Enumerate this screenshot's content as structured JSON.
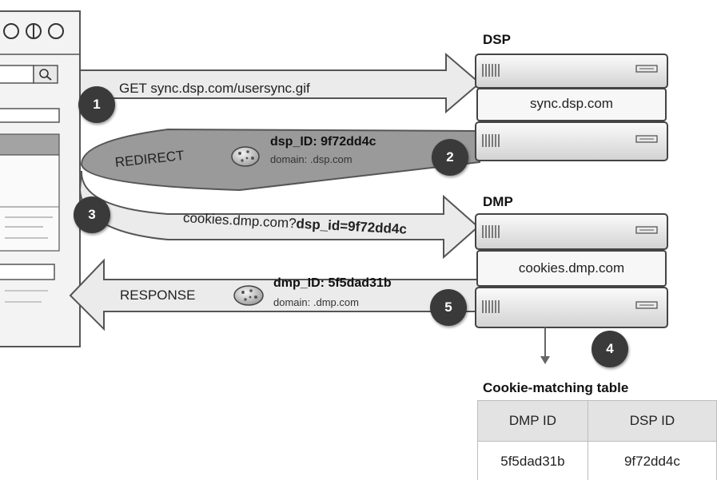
{
  "labels": {
    "dsp_title": "DSP",
    "dmp_title": "DMP",
    "dsp_host": "sync.dsp.com",
    "dmp_host": "cookies.dmp.com"
  },
  "messages": {
    "get_request": "GET sync.dsp.com/usersync.gif",
    "redirect": "REDIRECT",
    "redirect_cookie_id": "dsp_ID: 9f72dd4c",
    "redirect_cookie_domain": "domain: .dsp.com",
    "dmp_request_prefix": "cookies.dmp.com?",
    "dmp_request_param": "dsp_id=9f72dd4c",
    "response": "RESPONSE",
    "response_cookie_id": "dmp_ID: 5f5dad31b",
    "response_cookie_domain": "domain: .dmp.com"
  },
  "steps": [
    "1",
    "2",
    "3",
    "4",
    "5"
  ],
  "table": {
    "title": "Cookie-matching table",
    "columns": [
      "DMP ID",
      "DSP ID"
    ],
    "rows": [
      [
        "5f5dad31b",
        "9f72dd4c"
      ]
    ]
  },
  "icons": [
    "browser-window-icon",
    "search-icon",
    "cookie-icon",
    "server-icon"
  ],
  "colors": {
    "arrow_fill": "#ebebeb",
    "arrow_stroke": "#555555",
    "redirect_band": "#9a9a9a",
    "step_badge": "#3a3a3a",
    "table_header": "#e3e3e3"
  }
}
